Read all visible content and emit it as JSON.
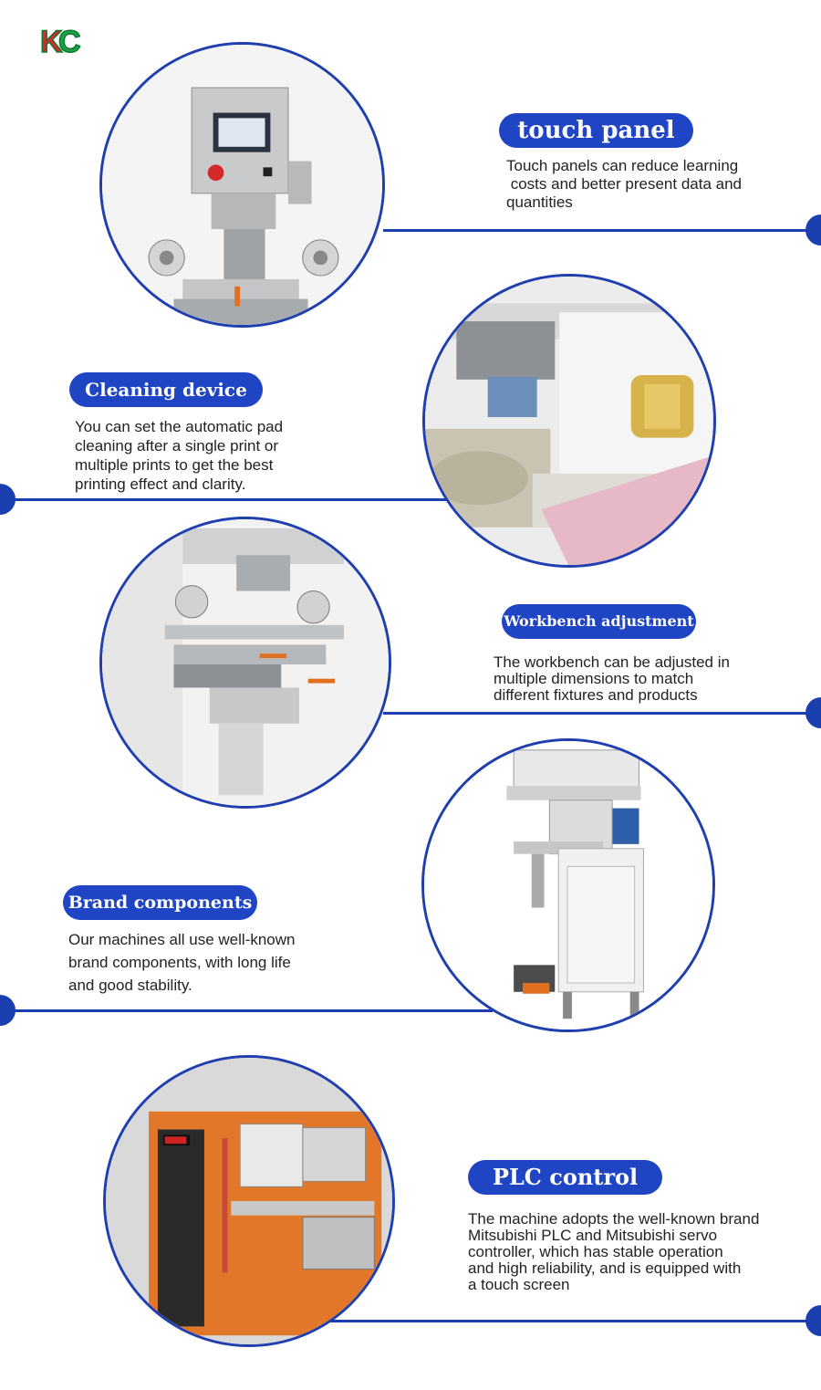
{
  "brand": {
    "logo_text": "KC"
  },
  "features": [
    {
      "title": "touch panel",
      "lines": [
        "Touch panels can reduce learning",
        " costs and better present data and",
        "quantities"
      ]
    },
    {
      "title": "Cleaning device",
      "lines": [
        "You can set the automatic pad",
        "cleaning after a single print or",
        "multiple prints to get the best",
        "printing effect and clarity."
      ]
    },
    {
      "title": "Workbench adjustment",
      "lines": [
        "The workbench can be adjusted in",
        "multiple dimensions to match",
        "different fixtures and products"
      ]
    },
    {
      "title": "Brand components",
      "lines": [
        "Our machines all use well-known",
        "brand components, with long life",
        "and good stability."
      ]
    },
    {
      "title": "PLC control",
      "lines": [
        "The machine adopts the well-known brand",
        "Mitsubishi PLC and Mitsubishi servo",
        "controller, which has stable operation",
        "and high reliability, and is equipped with",
        "a touch screen"
      ]
    }
  ],
  "colors": {
    "accent": "#1f45c4",
    "line": "#1b3fae",
    "text": "#222222"
  }
}
